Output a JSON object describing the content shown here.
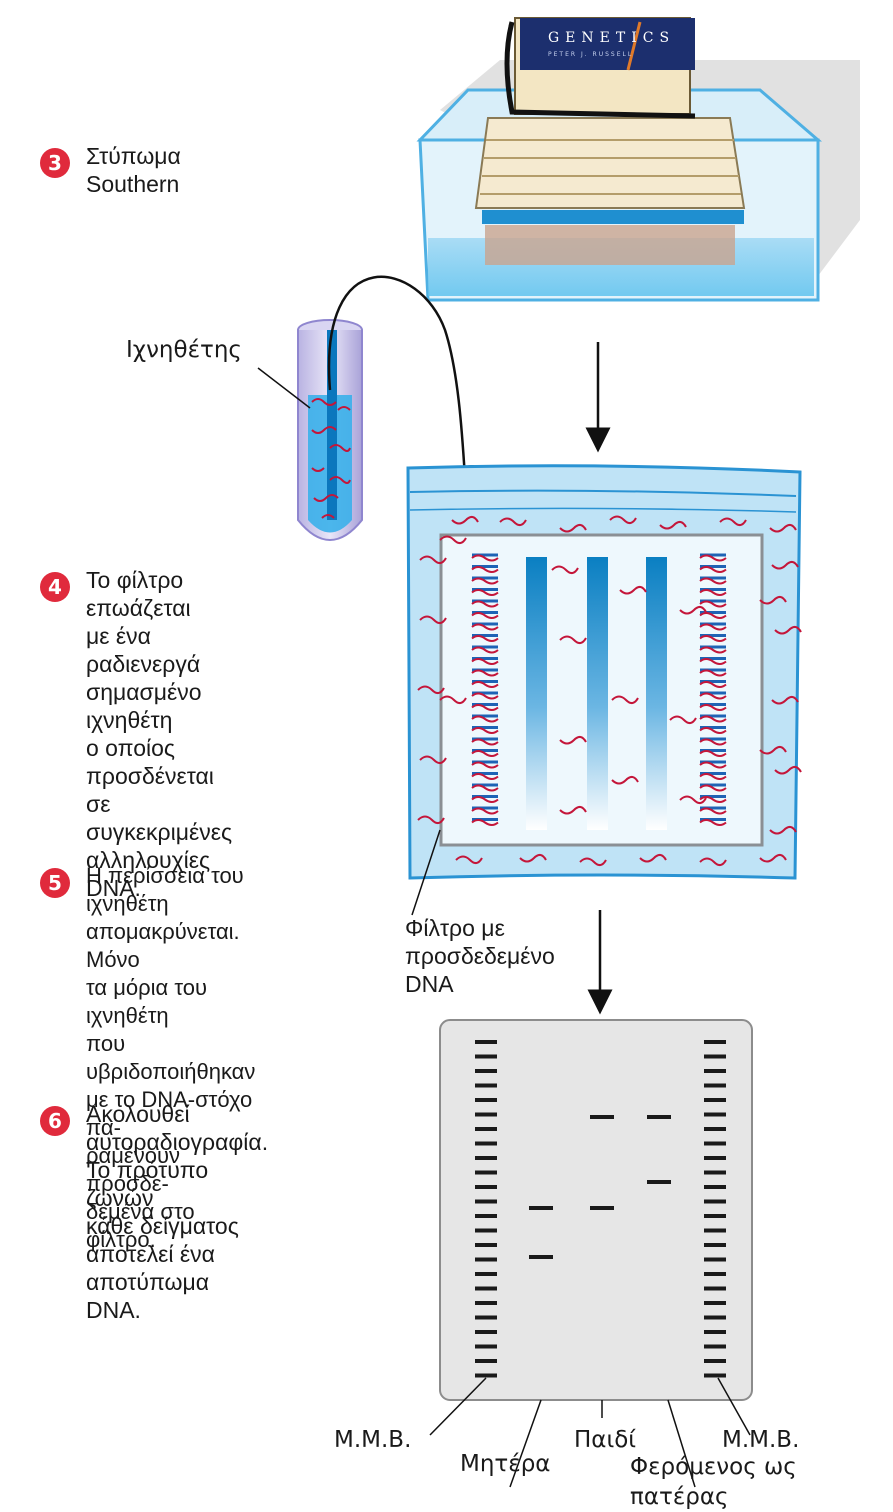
{
  "book": {
    "title": "GENETICS",
    "author": "PETER J. RUSSELL"
  },
  "steps": [
    {
      "number": "3",
      "text": "Στύπωμα Southern"
    },
    {
      "number": "4",
      "text": "Το φίλτρο επωάζεται\nμε ένα ραδιενεργά\nσημασμένο ιχνηθέτη\nο οποίος προσδένεται\nσε συγκεκριμένες\nαλληλουχίες DNA."
    },
    {
      "number": "5",
      "text": "Η περίσσεια του ιχνηθέτη\nαπομακρύνεται. Μόνο\nτα μόρια του ιχνηθέτη\nπου υβριδοποιήθηκαν\nμε το DNA-στόχο πα-\nραμένουν προσδε-\nδεμένα στο φίλτρο."
    },
    {
      "number": "6",
      "text": "Ακολουθεί\nαυτοραδιογραφία.\nΤο πρότυπο ζωνών\nκάθε δείγματος\nαποτελεί ένα\nαποτύπωμα DNA."
    }
  ],
  "labels": {
    "probe": "Ιχνηθέτης",
    "filter": "Φίλτρο με\nπροσδεδεμένο\nDNA",
    "mmb_left": "Μ.Μ.Β.",
    "mother": "Μητέρα",
    "child": "Παιδί",
    "mmb_right": "Μ.Μ.Β.",
    "father": "Φερόμενος ως\nπατέρας"
  },
  "colors": {
    "badge": "#e02a3c",
    "probe": "#c4163a",
    "band": "#1a1a1a",
    "filter_fill": "#bfe3f6",
    "lane_blue": "#0a86c8",
    "film": "#e6e6e6"
  },
  "icons": [
    "book-stack",
    "blotting-tray",
    "test-tube",
    "filter-membrane",
    "autoradiograph-film",
    "arrow-down"
  ]
}
